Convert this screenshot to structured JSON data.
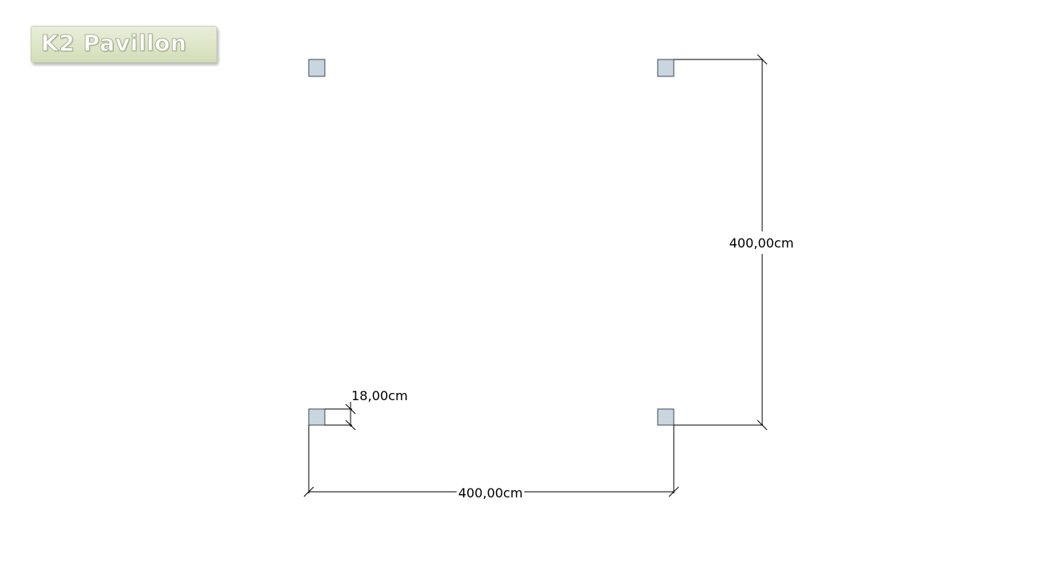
{
  "logo": {
    "text": "K2 Pavillon"
  },
  "plan": {
    "posts": [
      {
        "id": "top-left"
      },
      {
        "id": "top-right"
      },
      {
        "id": "bottom-left"
      },
      {
        "id": "bottom-right"
      }
    ],
    "dimensions": {
      "width": "400,00cm",
      "depth": "400,00cm",
      "post_size": "18,00cm"
    }
  },
  "colors": {
    "post_fill": "#c9d5df",
    "post_stroke": "#3d4a57",
    "logo_bg": "#dde6c6"
  }
}
